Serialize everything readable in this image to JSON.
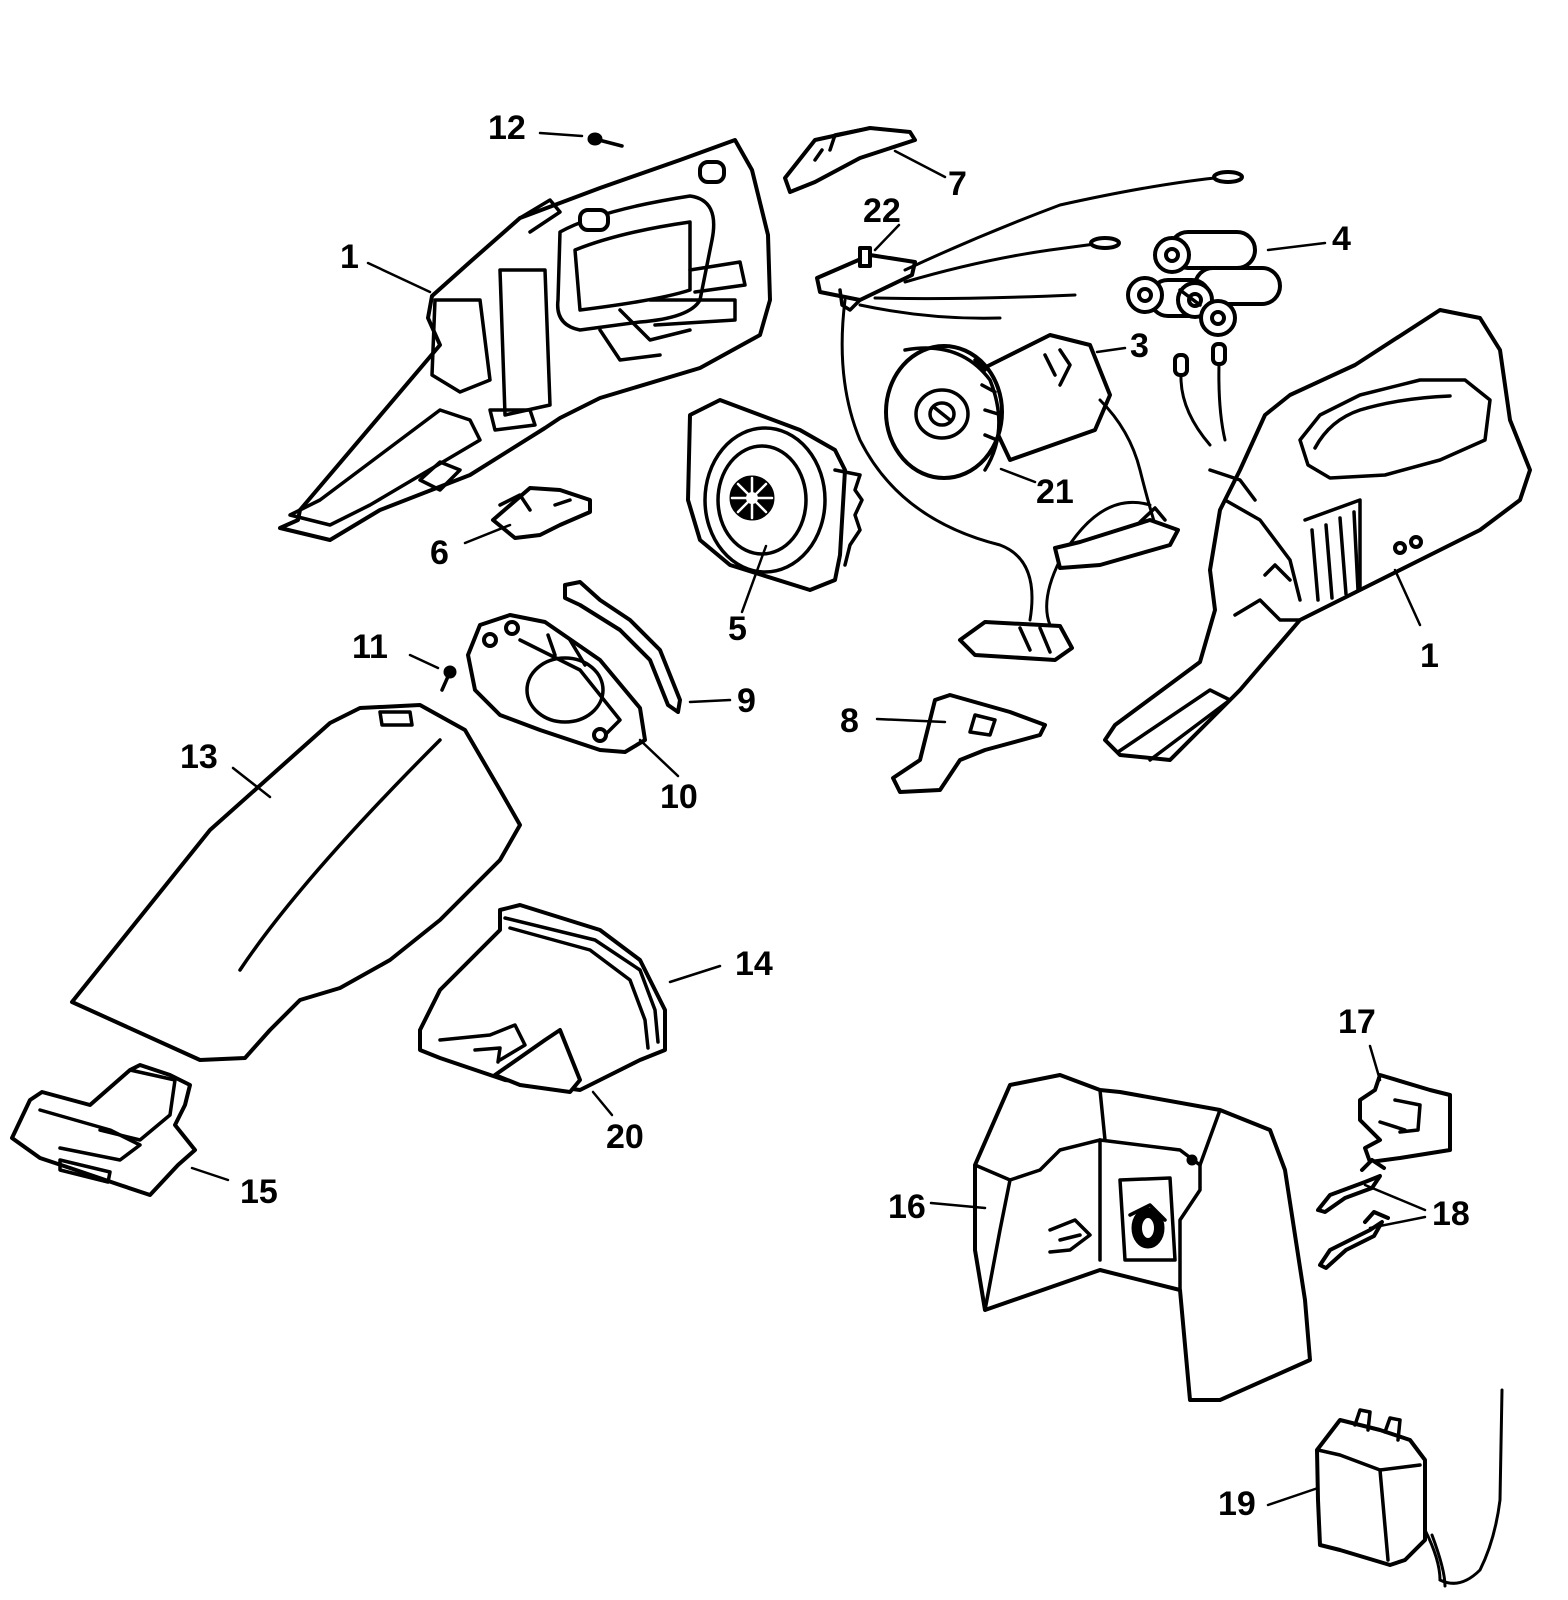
{
  "callouts": {
    "c1a": "1",
    "c1b": "1",
    "c3": "3",
    "c4": "4",
    "c5": "5",
    "c6": "6",
    "c7": "7",
    "c8": "8",
    "c9": "9",
    "c10": "10",
    "c11": "11",
    "c12": "12",
    "c13": "13",
    "c14": "14",
    "c15": "15",
    "c16": "16",
    "c17": "17",
    "c18": "18",
    "c19": "19",
    "c20": "20",
    "c21": "21",
    "c22": "22"
  }
}
